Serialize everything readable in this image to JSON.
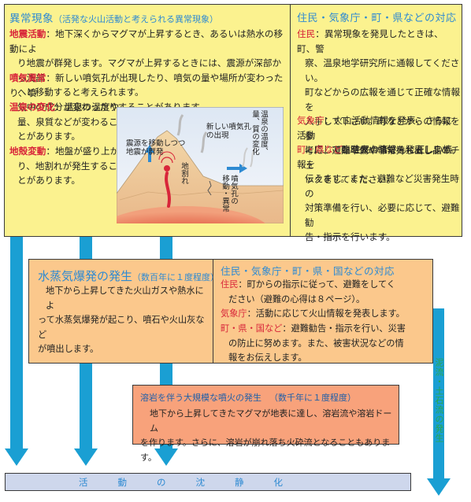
{
  "colors": {
    "box1": "#fbf28f",
    "box2": "#fbc88c",
    "box3": "#f8a27b",
    "box4": "#ced7ec",
    "arrow": "#1a9fd3",
    "label_red": "#d8263a",
    "heading_blue": "#2e8ad2"
  },
  "stage1": {
    "title": "異常現象",
    "subtitle": "（活発な火山活動と考えられる異常現象）",
    "items": [
      {
        "label": "地震活動",
        "sep": "：",
        "lines": [
          "地下深くからマグマが上昇するとき、あるいは熱水の移動によ",
          "り地震が群発します。マグマが上昇するときには、震源が深部から浅部",
          "へと移動すると考えられます。"
        ]
      },
      {
        "label": "噴気異常",
        "sep": "：",
        "lines": [
          "新しい噴気孔が出現したり、噴気の量や場所が変わったり、噴",
          "気中の成分が変わったりすることがあります。"
        ]
      },
      {
        "label": "温泉の変化",
        "sep": "：",
        "lines": [
          "温泉の温度や",
          "量、泉質などが変わるこ",
          "とがあります。"
        ]
      },
      {
        "label": "地殻変動",
        "sep": "：",
        "lines": [
          "地盤が盛り上が",
          "り、地割れが発生するこ",
          "とがあります。"
        ]
      }
    ],
    "illustration": {
      "label_quake": [
        "震源を移動しつつ",
        "地震が群発"
      ],
      "label_vent": [
        "新しい噴気孔",
        "の出現"
      ],
      "label_spring": [
        "温泉の温度、",
        "量、質の変化"
      ],
      "label_crack": "地割れ",
      "label_move": [
        "噴気孔の",
        "移動・異常"
      ]
    },
    "response_title": "住民・気象庁・町・県などの対応",
    "responses": [
      {
        "label": "住民",
        "sep": "：",
        "lines": [
          "異常現象を発見したときは、町、警",
          "察、温泉地学研究所に通報してください。",
          "町などからの広報を通じて正確な情報を",
          "入手して下さい。町などからの情報を参",
          "考に、避難準備や非常持ち出し品のチェ",
          "ックをしてください。"
        ]
      },
      {
        "label": "気象庁",
        "sep": "：",
        "lines": [
          "火山活動情報を発表、さらに活動",
          "に応じて臨時火山情報を発表します。"
        ]
      },
      {
        "label": "町・県など",
        "sep": "：",
        "lines": [
          "住民の皆さんに正しい情報を",
          "伝えます。また、避難など災害発生時の",
          "対策準備を行い、必要に応じて、避難勧",
          "告・指示を行います。"
        ]
      }
    ]
  },
  "stage2": {
    "title": "水蒸気爆発の発生",
    "subtitle": "（数百年に１度程度）",
    "lines": [
      "地下から上昇してきた火山ガスや熱水によ",
      "って水蒸気爆発が起こり、噴石や火山灰など",
      "が噴出します。"
    ],
    "response_title": "住民・気象庁・町・県・国などの対応",
    "responses": [
      {
        "label": "住民",
        "sep": "：",
        "lines": [
          "町からの指示に従って、避難をしてく",
          "ださい（避難の心得は８ページ）。"
        ]
      },
      {
        "label": "気象庁",
        "sep": "：",
        "lines": [
          "活動に応じて火山情報を発表します。"
        ]
      },
      {
        "label": "町・県・国など",
        "sep": "：",
        "lines": [
          "避難勧告・指示を行い、災害",
          "の防止に努めます。また、被害状況などの情",
          "報をお伝えします。"
        ]
      }
    ]
  },
  "stage3": {
    "title": "溶岩を伴う大規模な噴火の発生",
    "subtitle": "（数千年に１度程度）",
    "lines": [
      "地下から上昇してきたマグマが地表に達し、溶岩流や溶岩ドーム",
      "を作ります。さらに、溶岩が崩れ落ち火砕流となることもあります。"
    ]
  },
  "side_label": "泥流・土石流の発生",
  "end_label": "活動の沈静化"
}
